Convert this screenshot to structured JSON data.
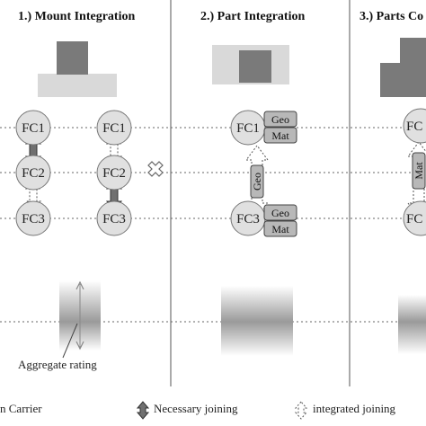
{
  "panels": [
    {
      "title": "1.) Mount Integration"
    },
    {
      "title": "2.) Part Integration"
    },
    {
      "title": "3.) Parts Co"
    }
  ],
  "nodes": {
    "fc1": "FC1",
    "fc2": "FC2",
    "fc3": "FC3",
    "fc1_partial": "FC",
    "fc3_partial": "FC"
  },
  "tags": {
    "geo": "Geo",
    "mat": "Mat"
  },
  "aggregate_label": "Aggregate rating",
  "legend": {
    "carrier": "n Carrier",
    "necessary": "Necessary joining",
    "integrated": "integrated joining"
  },
  "colors": {
    "dark_block": "#7a7a7a",
    "light_block": "#d9d9d9",
    "node_fill": "#e0e0e0",
    "tag_fill": "#b8b8b8",
    "necessary_arrow": "#707070"
  }
}
